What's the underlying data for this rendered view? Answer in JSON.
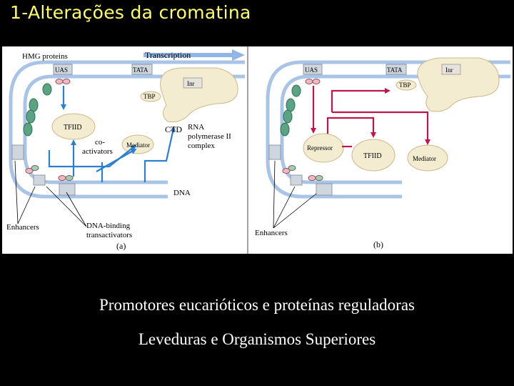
{
  "slide": {
    "title": "1-Alterações da cromatina",
    "caption_line1": "Promotores eucarióticos e proteínas reguladoras",
    "caption_line2": "Leveduras e Organismos Superiores"
  },
  "panel_a": {
    "hmg": "HMG proteins",
    "transcription": "Transcription",
    "uas": "UAS",
    "tata": "TATA",
    "inr": "Inr",
    "tbp": "TBP",
    "tfiid": "TFIID",
    "ctd": "CTD",
    "rnap_1": "RNA",
    "rnap_2": "polymerase II",
    "rnap_3": "complex",
    "coact_1": "co-",
    "coact_2": "activators",
    "mediator": "Mediator",
    "dna": "DNA",
    "enhancers": "Enhancers",
    "dnab_1": "DNA-binding",
    "dnab_2": "transactivators",
    "label": "(a)"
  },
  "panel_b": {
    "uas": "UAS",
    "tata": "TATA",
    "inr": "Inr",
    "tbp": "TBP",
    "repressor": "Repressor",
    "tfiid": "TFIID",
    "mediator": "Mediator",
    "enhancers": "Enhancers",
    "label": "(b)"
  },
  "colors": {
    "background": "#000000",
    "title": "#ffff66",
    "dna_strand": "#a9c4e6",
    "arrow_blue": "#2a7fd0",
    "arrow_red": "#c0144a",
    "protein": "#f4ecd0",
    "hmg_green": "#5aa383"
  }
}
